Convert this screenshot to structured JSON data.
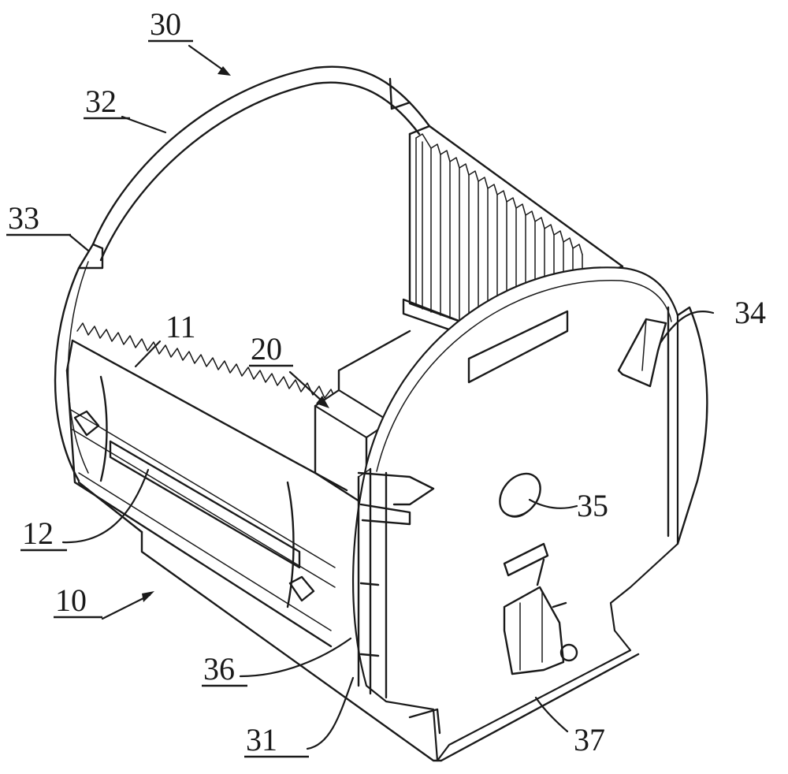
{
  "labels": {
    "n30": "30",
    "n32": "32",
    "n33": "33",
    "n11": "11",
    "n20": "20",
    "n34": "34",
    "n35": "35",
    "n12": "12",
    "n10": "10",
    "n36": "36",
    "n31": "31",
    "n37": "37"
  }
}
